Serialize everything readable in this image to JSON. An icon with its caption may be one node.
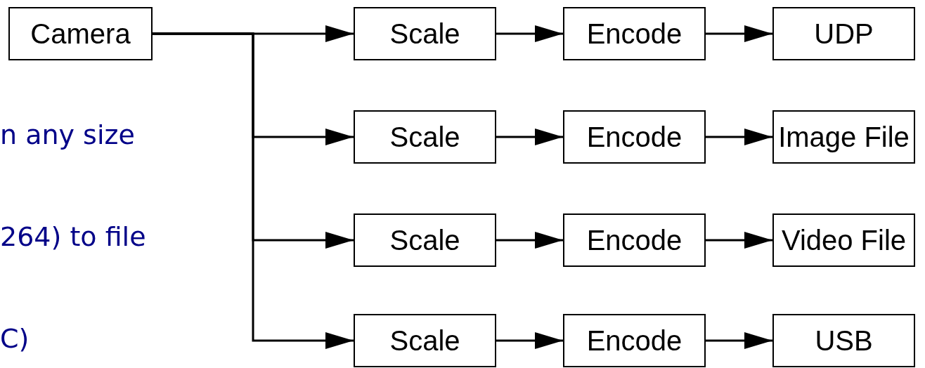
{
  "diagram": {
    "nodes": [
      {
        "text": [
          "Camera"
        ]
      },
      {
        "text": [
          "Scale"
        ]
      },
      {
        "text": [
          "Encode"
        ]
      },
      {
        "text": [
          "UDP"
        ]
      },
      {
        "text": [
          "Scale"
        ]
      },
      {
        "text": [
          "Encode"
        ]
      },
      {
        "text": [
          "Image File"
        ]
      },
      {
        "text": [
          "Scale"
        ]
      },
      {
        "text": [
          "Encode"
        ]
      },
      {
        "text": [
          "Video File"
        ]
      },
      {
        "text": [
          "Scale"
        ]
      },
      {
        "text": [
          "Encode"
        ]
      },
      {
        "text": [
          "USB"
        ]
      }
    ],
    "edges": [
      {
        "from": 0,
        "to": 1,
        "arrow": "to"
      },
      {
        "from": 1,
        "to": 2,
        "arrow": "to"
      },
      {
        "from": 2,
        "to": 3,
        "arrow": "to"
      },
      {
        "from": 0,
        "to": 4,
        "arrow": "to"
      },
      {
        "from": 4,
        "to": 5,
        "arrow": "to"
      },
      {
        "from": 5,
        "to": 6,
        "arrow": "to"
      },
      {
        "from": 0,
        "to": 7,
        "arrow": "to"
      },
      {
        "from": 7,
        "to": 8,
        "arrow": "to"
      },
      {
        "from": 8,
        "to": 9,
        "arrow": "to"
      },
      {
        "from": 0,
        "to": 10,
        "arrow": "to"
      },
      {
        "from": 10,
        "to": 11,
        "arrow": "to"
      },
      {
        "from": 11,
        "to": 12,
        "arrow": "to"
      }
    ],
    "labels": [
      "n any size",
      "264) to file",
      "C)"
    ]
  }
}
